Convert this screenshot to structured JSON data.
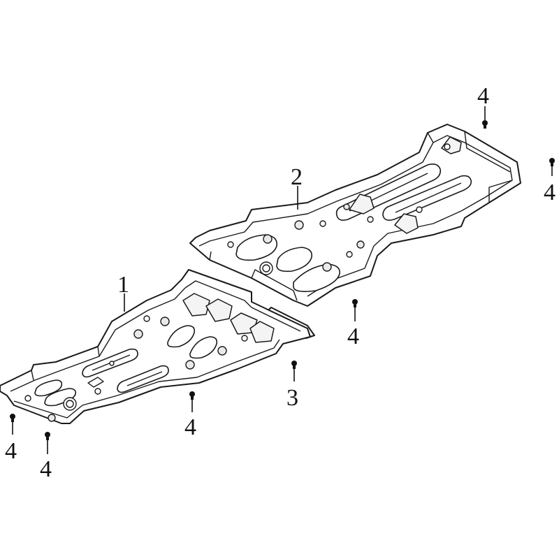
{
  "callouts": {
    "part1": "1",
    "part2": "2",
    "part3": "3",
    "fastener": "4"
  },
  "colors": {
    "line": "#1a1a1a",
    "background": "#ffffff"
  }
}
